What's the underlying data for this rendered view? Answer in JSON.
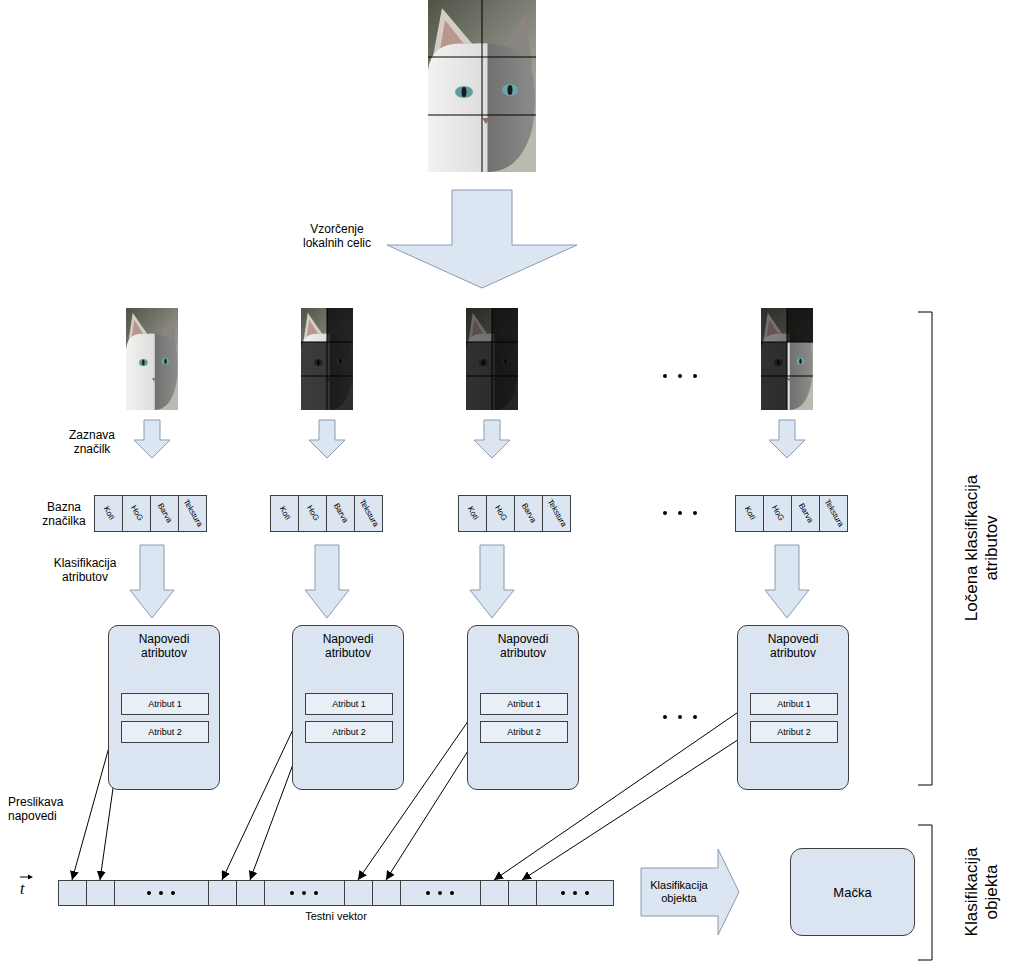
{
  "diagram": {
    "nodes": [
      {
        "text": [
          "Koti"
        ]
      },
      {
        "text": [
          "HoG"
        ]
      },
      {
        "text": [
          "Barva"
        ]
      },
      {
        "text": [
          "Tekstura"
        ]
      },
      {
        "text": [
          "Koti"
        ]
      },
      {
        "text": [
          "HoG"
        ]
      },
      {
        "text": [
          "Barva"
        ]
      },
      {
        "text": [
          "Tekstura"
        ]
      },
      {
        "text": [
          "Koti"
        ]
      },
      {
        "text": [
          "HoG"
        ]
      },
      {
        "text": [
          "Barva"
        ]
      },
      {
        "text": [
          "Tekstura"
        ]
      },
      {
        "text": [
          "Koti"
        ]
      },
      {
        "text": [
          "HoG"
        ]
      },
      {
        "text": [
          "Barva"
        ]
      },
      {
        "text": [
          "Tekstura"
        ]
      },
      {
        "text": [
          "Napovedi atributov"
        ]
      },
      {
        "text": [
          "Atribut 1"
        ],
        "in": 16
      },
      {
        "text": [
          "Atribut 2"
        ],
        "in": 16
      },
      {
        "text": [
          "Napovedi atributov"
        ]
      },
      {
        "text": [
          "Atribut 1"
        ],
        "in": 19
      },
      {
        "text": [
          "Atribut 2"
        ],
        "in": 19
      },
      {
        "text": [
          "Napovedi atributov"
        ]
      },
      {
        "text": [
          "Atribut 1"
        ],
        "in": 22
      },
      {
        "text": [
          "Atribut 2"
        ],
        "in": 22
      },
      {
        "text": [
          "Napovedi atributov"
        ]
      },
      {
        "text": [
          "Atribut 1"
        ],
        "in": 25
      },
      {
        "text": [
          "Atribut 2"
        ],
        "in": 25
      },
      {
        "text": [
          "Testni vektor"
        ]
      },
      {
        "text": [
          "Klasifikacija objekta"
        ]
      },
      {
        "text": [
          "Mačka"
        ]
      }
    ],
    "edges": [
      {
        "from": 17,
        "to": 28,
        "arrow": "to"
      },
      {
        "from": 18,
        "to": 28,
        "arrow": "to"
      },
      {
        "from": 20,
        "to": 28,
        "arrow": "to"
      },
      {
        "from": 21,
        "to": 28,
        "arrow": "to"
      },
      {
        "from": 23,
        "to": 28,
        "arrow": "to"
      },
      {
        "from": 24,
        "to": 28,
        "arrow": "to"
      },
      {
        "from": 26,
        "to": 28,
        "arrow": "to"
      },
      {
        "from": 27,
        "to": 28,
        "arrow": "to"
      }
    ],
    "labels": [
      "Vzorčenje lokalnih celic",
      "Zaznava značilk",
      "Bazna značilka",
      "Klasifikacija atributov",
      "Preslikava napovedi",
      "t",
      "Ločena klasifikacija atributov",
      "Klasifikacija objekta"
    ]
  }
}
